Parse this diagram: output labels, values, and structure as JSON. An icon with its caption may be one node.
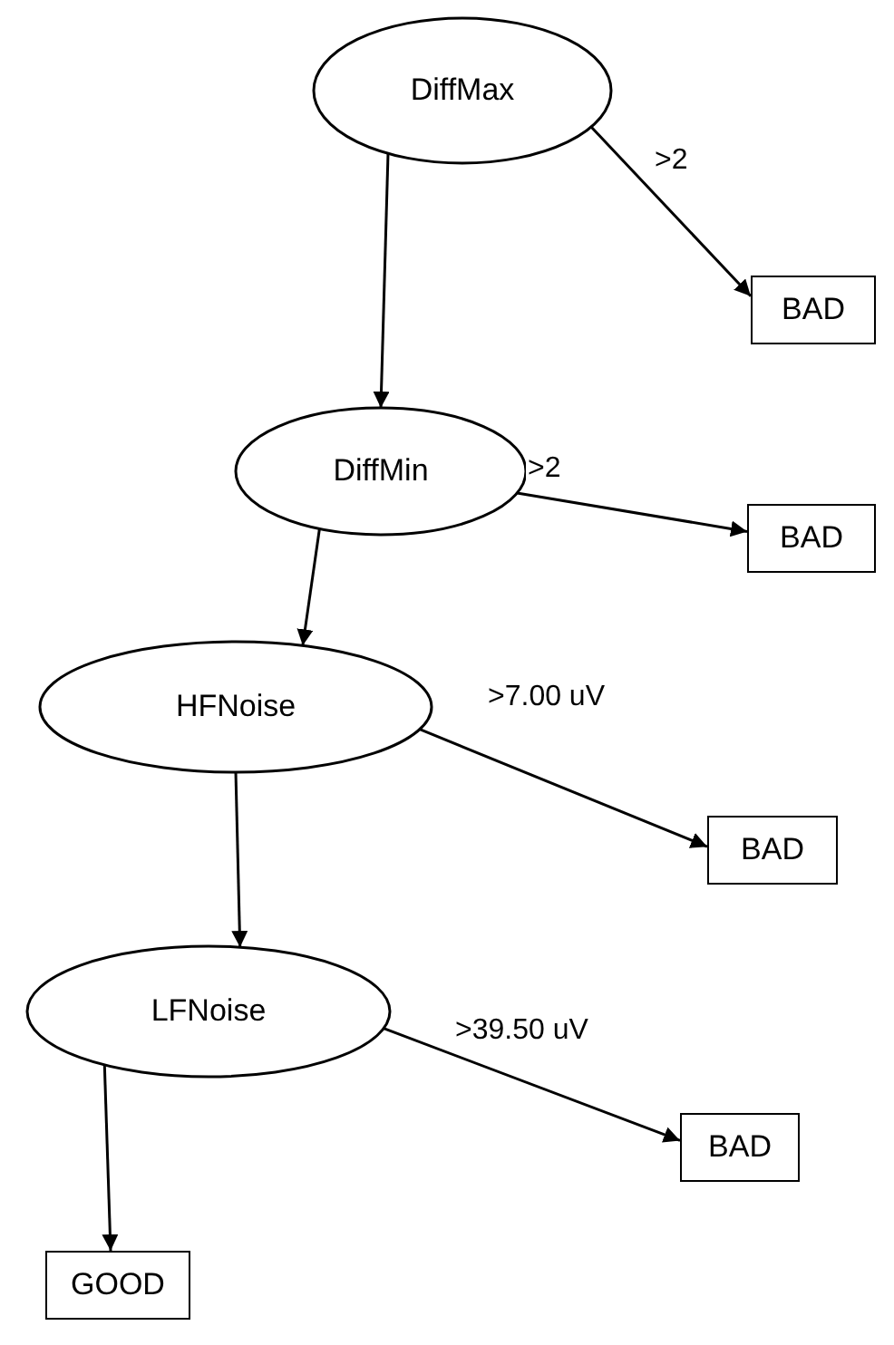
{
  "diagram": {
    "nodes": [
      {
        "text": [
          "DiffMax"
        ]
      },
      {
        "text": [
          "BAD"
        ]
      },
      {
        "text": [
          "DiffMin"
        ]
      },
      {
        "text": [
          "BAD"
        ]
      },
      {
        "text": [
          "HFNoise"
        ]
      },
      {
        "text": [
          "BAD"
        ]
      },
      {
        "text": [
          "LFNoise"
        ]
      },
      {
        "text": [
          "BAD"
        ]
      },
      {
        "text": [
          "GOOD"
        ]
      }
    ],
    "edges": [
      {
        "from": 0,
        "to": 2,
        "arrow": "to"
      },
      {
        "from": 0,
        "to": 1,
        "arrow": "to",
        "label": ">2"
      },
      {
        "from": 2,
        "to": 4,
        "arrow": "to"
      },
      {
        "from": 2,
        "to": 3,
        "arrow": "to",
        "label": ">2"
      },
      {
        "from": 4,
        "to": 6,
        "arrow": "to"
      },
      {
        "from": 4,
        "to": 5,
        "arrow": "to",
        "label": ">7.00 uV"
      },
      {
        "from": 6,
        "to": 8,
        "arrow": "to"
      },
      {
        "from": 6,
        "to": 7,
        "arrow": "to",
        "label": ">39.50 uV"
      }
    ]
  }
}
